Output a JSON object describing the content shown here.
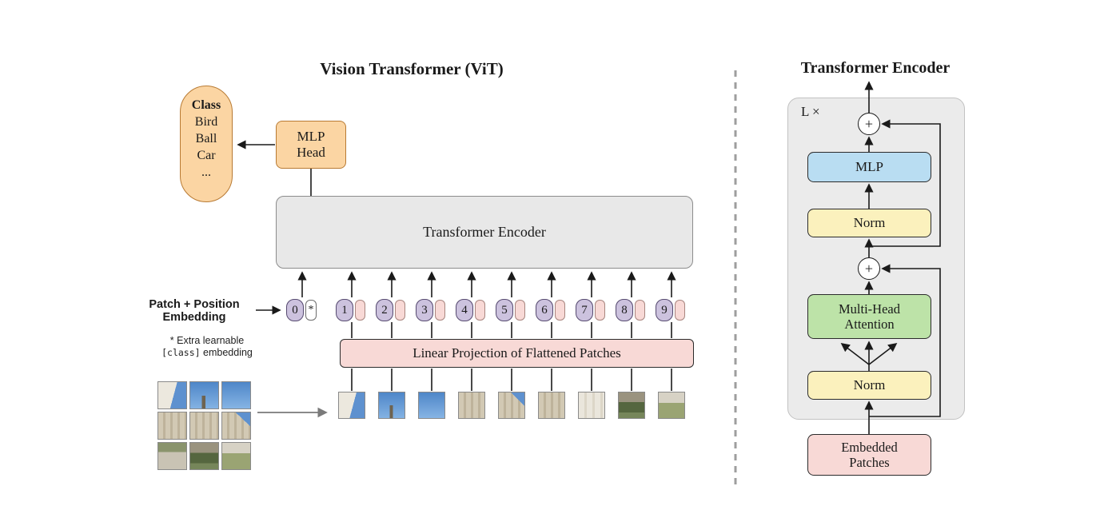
{
  "page": {
    "background": "#ffffff"
  },
  "vit": {
    "title": "Vision Transformer (ViT)",
    "class_pill": {
      "heading": "Class",
      "items": [
        "Bird",
        "Ball",
        "Car",
        "..."
      ]
    },
    "mlp_head": {
      "line1": "MLP",
      "line2": "Head"
    },
    "encoder_label": "Transformer Encoder",
    "patch_position": {
      "line1": "Patch + Position",
      "line2": "Embedding"
    },
    "note": {
      "line1": "* Extra learnable",
      "class_token": "[class]",
      "line2_rest": " embedding"
    },
    "linear_projection": "Linear Projection of Flattened Patches",
    "tokens": [
      "0",
      "1",
      "2",
      "3",
      "4",
      "5",
      "6",
      "7",
      "8",
      "9"
    ],
    "class_token_star": "*"
  },
  "encoder": {
    "title": "Transformer Encoder",
    "loop_label": "L ×",
    "plus": "+",
    "mlp": "MLP",
    "norm_top": "Norm",
    "norm_bottom": "Norm",
    "multi_head_attention": {
      "line1": "Multi-Head",
      "line2": "Attention"
    },
    "embedded_patches": {
      "line1": "Embedded",
      "line2": "Patches"
    }
  },
  "colors": {
    "orange": "#FBD5A3",
    "orange_border": "#B87A33",
    "gray_box": "#E8E8E8",
    "purple_token": "#CCC2DE",
    "pink": "#F8D9D6",
    "yellow": "#FBF1BD",
    "green": "#BDE3A8",
    "blue": "#B9DDF2",
    "line": "#1A1A1A"
  }
}
